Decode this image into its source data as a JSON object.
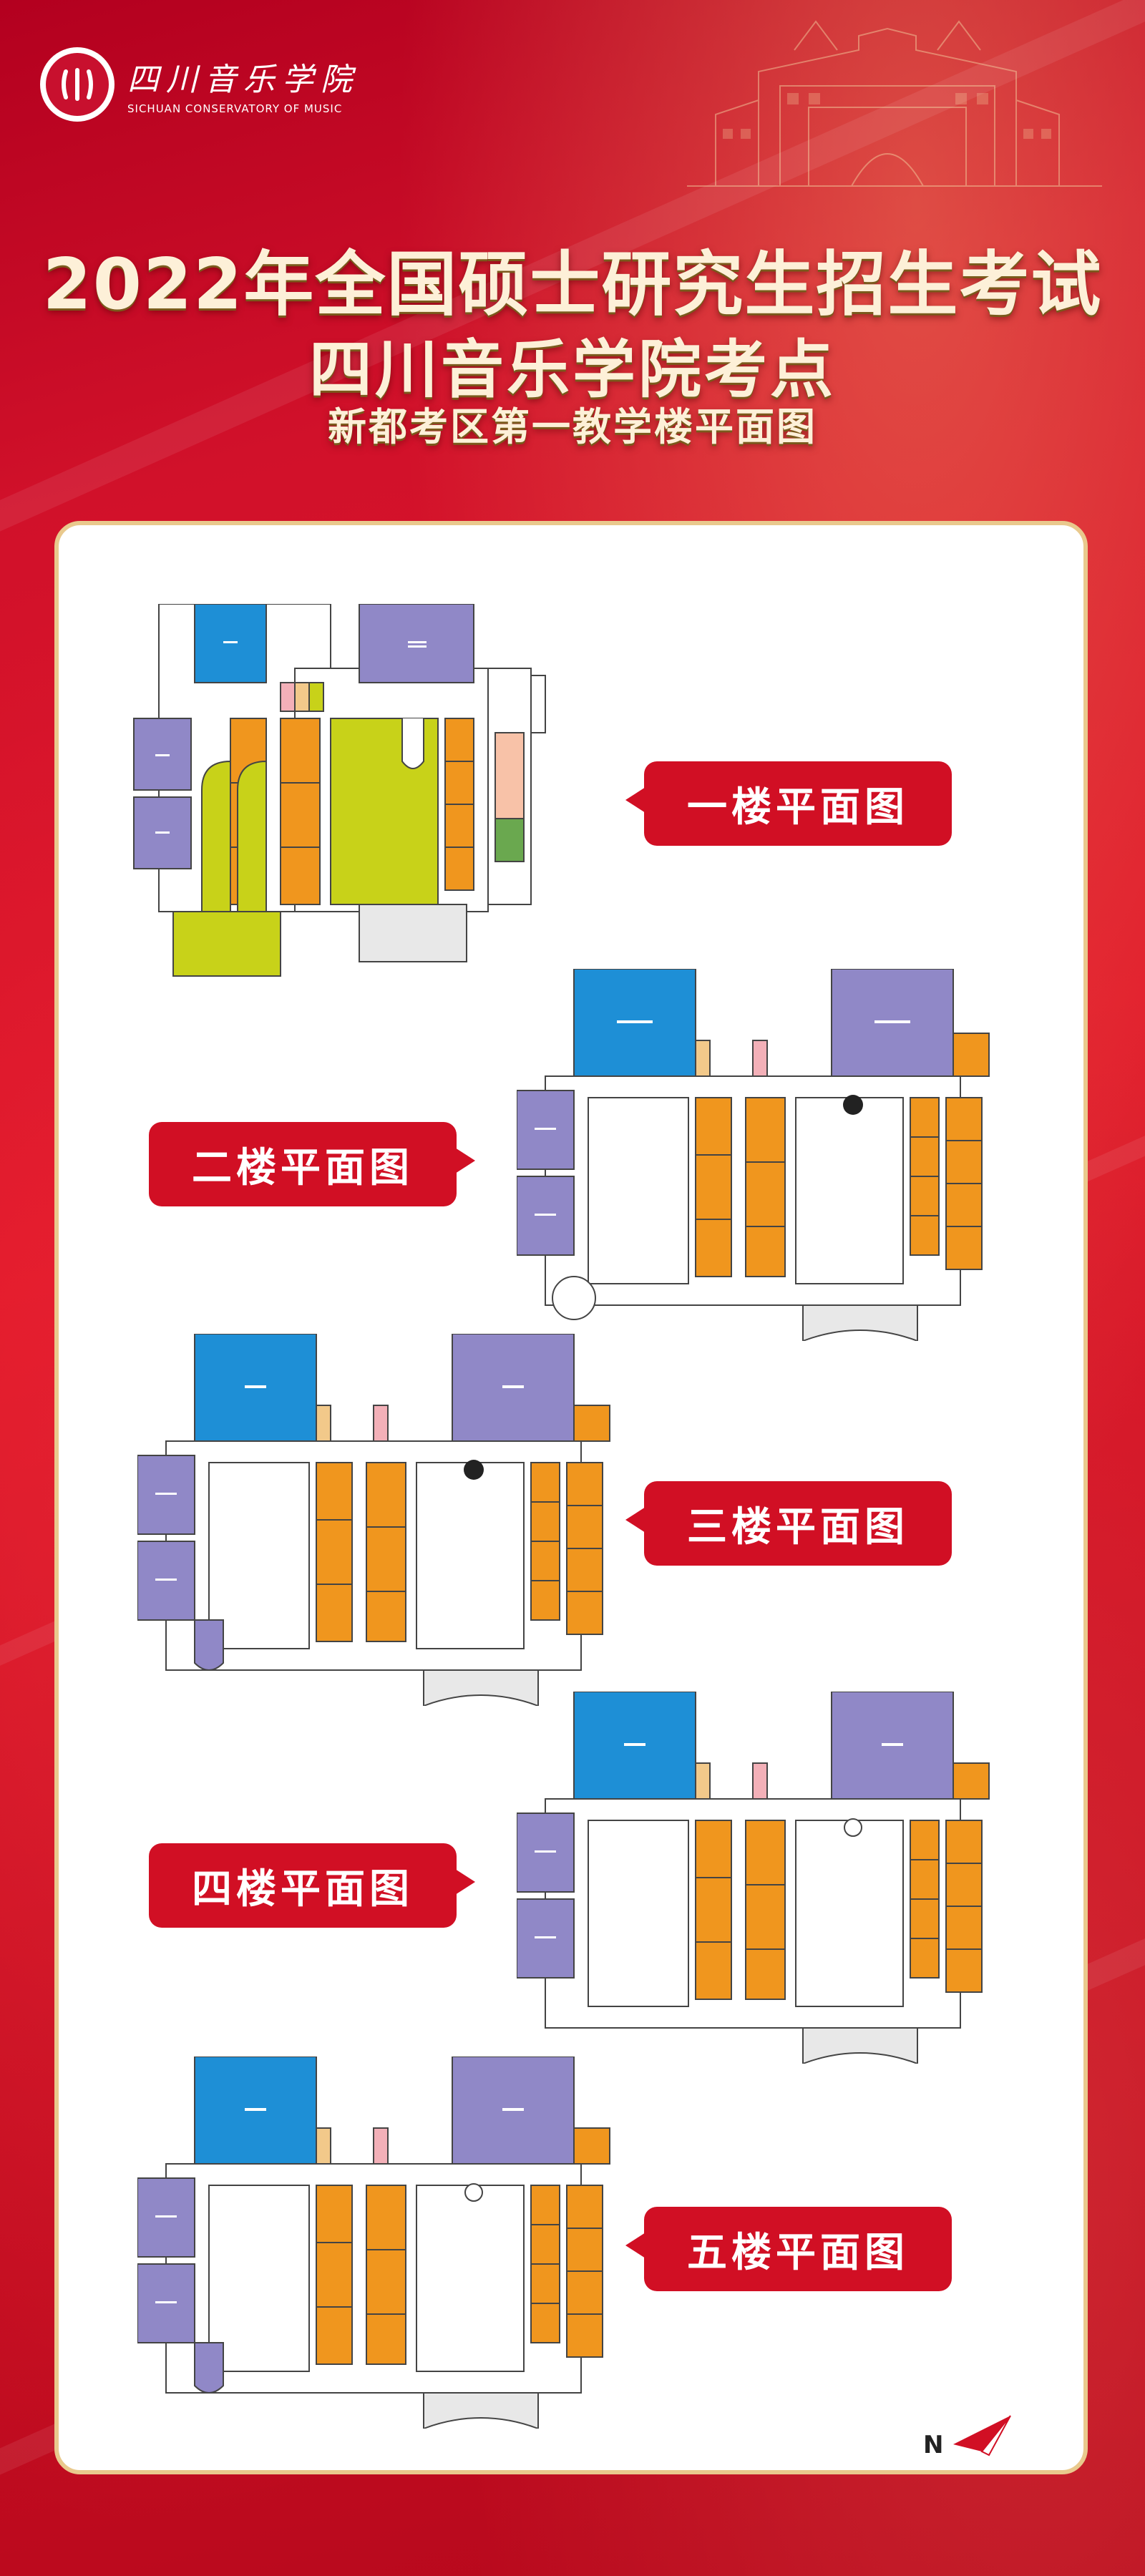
{
  "colors": {
    "background": "#d1112a",
    "accent_gold": "#e9c98d",
    "label_red": "#d10f24",
    "room_blue": "#1e8fd6",
    "room_purple": "#9088c7",
    "room_orange": "#f0961e",
    "room_lime": "#c8d219"
  },
  "logo": {
    "cn": "四川音乐学院",
    "en": "SICHUAN CONSERVATORY OF MUSIC",
    "icon": "conservatory-emblem-icon"
  },
  "title": {
    "line1": "2022年全国硕士研究生招生考试",
    "line2": "四川音乐学院考点",
    "line3": "新都考区第一教学楼平面图"
  },
  "floors": [
    {
      "id": "floor1",
      "label": "一楼平面图"
    },
    {
      "id": "floor2",
      "label": "二楼平面图"
    },
    {
      "id": "floor3",
      "label": "三楼平面图"
    },
    {
      "id": "floor4",
      "label": "四楼平面图"
    },
    {
      "id": "floor5",
      "label": "五楼平面图"
    }
  ],
  "compass": {
    "letter": "N",
    "icon": "north-arrow-icon"
  }
}
